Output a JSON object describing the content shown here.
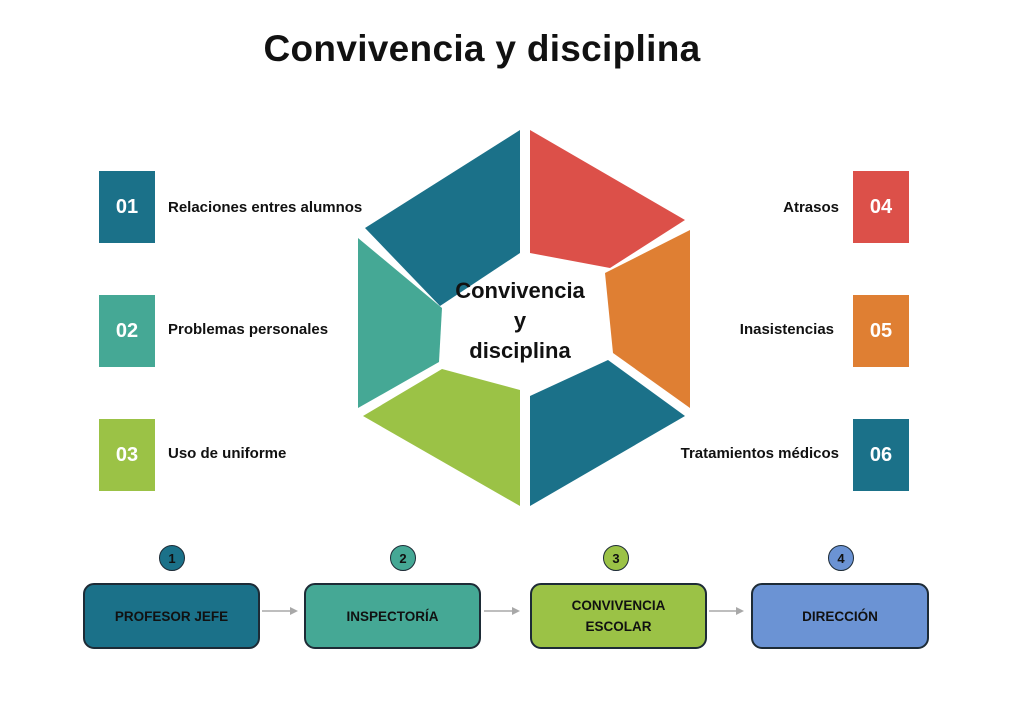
{
  "title": "Convivencia y disciplina",
  "hexagon": {
    "center_lines": [
      "Convivencia",
      "y",
      "disciplina"
    ]
  },
  "items": [
    {
      "number": "01",
      "label": "Relaciones entres alumnos",
      "color": "#1b7189"
    },
    {
      "number": "02",
      "label": "Problemas personales",
      "color": "#45a895"
    },
    {
      "number": "03",
      "label": "Uso de uniforme",
      "color": "#9bc246"
    },
    {
      "number": "04",
      "label": "Atrasos",
      "color": "#dc5049"
    },
    {
      "number": "05",
      "label": "Inasistencias",
      "color": "#df7f33"
    },
    {
      "number": "06",
      "label": "Tratamientos médicos",
      "color": "#1b7189"
    }
  ],
  "flow": {
    "steps": [
      {
        "number": "1",
        "label": "PROFESOR JEFE",
        "color": "#1b7189"
      },
      {
        "number": "2",
        "label": "INSPECTORÍA",
        "color": "#45a895"
      },
      {
        "number": "3",
        "label": "CONVIVENCIA ESCOLAR",
        "color": "#9bc246"
      },
      {
        "number": "4",
        "label": "DIRECCIÓN",
        "color": "#6b93d4"
      }
    ],
    "arrow_color": "#a8a8a8"
  }
}
